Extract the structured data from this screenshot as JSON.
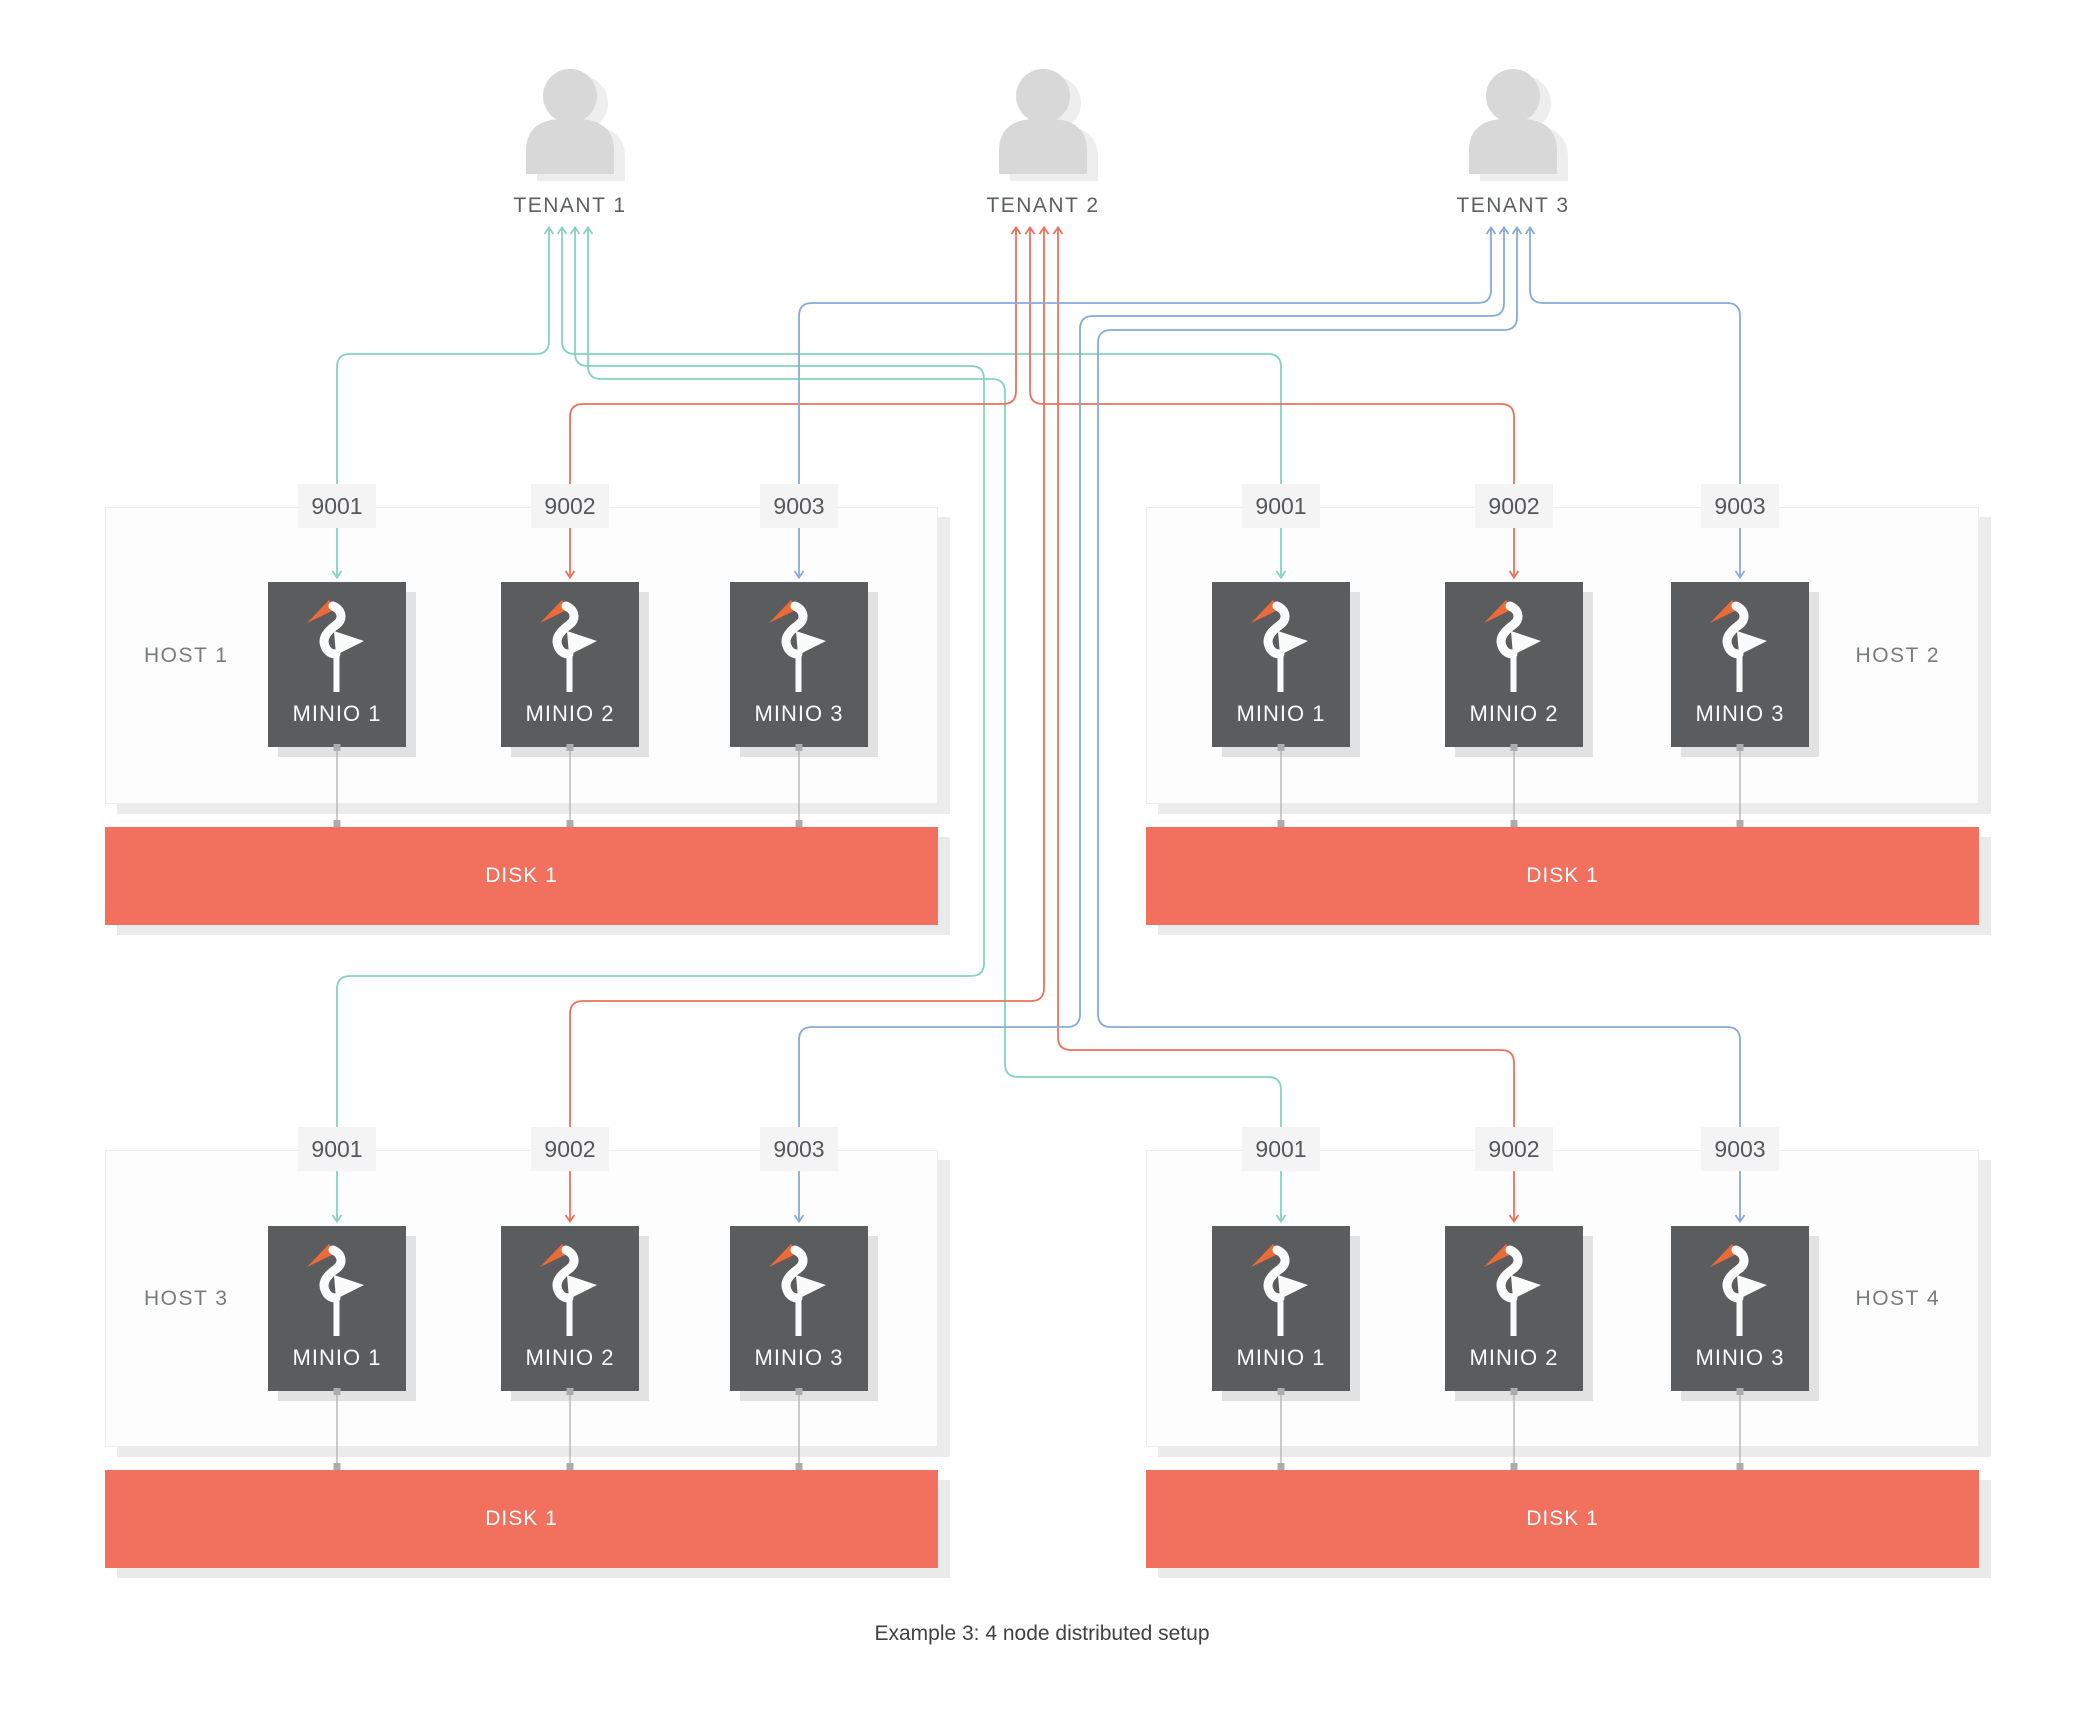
{
  "caption": "Example 3: 4 node distributed setup",
  "colors": {
    "tenant1_line": "#86d2c0",
    "tenant2_line": "#ee705c",
    "tenant3_line": "#86abdb",
    "disk_bg": "#f2705e",
    "minio_bg": "#5b5c5e",
    "port_bg": "#f4f4f4",
    "stork_beak": "#ea6a38",
    "person_gray": "#d8d8d8",
    "person_shadow": "#eeeeef",
    "connector_gray": "#acacac"
  },
  "tenants": [
    {
      "label": "TENANT 1",
      "icon": "user-icon"
    },
    {
      "label": "TENANT 2",
      "icon": "user-icon"
    },
    {
      "label": "TENANT 3",
      "icon": "user-icon"
    }
  ],
  "hosts": [
    {
      "label": "HOST 1",
      "label_side": "left",
      "ports": [
        "9001",
        "9002",
        "9003"
      ],
      "nodes": [
        {
          "label": "MINIO 1",
          "icon": "stork-icon"
        },
        {
          "label": "MINIO 2",
          "icon": "stork-icon"
        },
        {
          "label": "MINIO 3",
          "icon": "stork-icon"
        }
      ],
      "disk_label": "DISK 1"
    },
    {
      "label": "HOST 2",
      "label_side": "right",
      "ports": [
        "9001",
        "9002",
        "9003"
      ],
      "nodes": [
        {
          "label": "MINIO 1",
          "icon": "stork-icon"
        },
        {
          "label": "MINIO 2",
          "icon": "stork-icon"
        },
        {
          "label": "MINIO 3",
          "icon": "stork-icon"
        }
      ],
      "disk_label": "DISK 1"
    },
    {
      "label": "HOST 3",
      "label_side": "left",
      "ports": [
        "9001",
        "9002",
        "9003"
      ],
      "nodes": [
        {
          "label": "MINIO 1",
          "icon": "stork-icon"
        },
        {
          "label": "MINIO 2",
          "icon": "stork-icon"
        },
        {
          "label": "MINIO 3",
          "icon": "stork-icon"
        }
      ],
      "disk_label": "DISK 1"
    },
    {
      "label": "HOST 4",
      "label_side": "right",
      "ports": [
        "9001",
        "9002",
        "9003"
      ],
      "nodes": [
        {
          "label": "MINIO 1",
          "icon": "stork-icon"
        },
        {
          "label": "MINIO 2",
          "icon": "stork-icon"
        },
        {
          "label": "MINIO 3",
          "icon": "stork-icon"
        }
      ],
      "disk_label": "DISK 1"
    }
  ]
}
